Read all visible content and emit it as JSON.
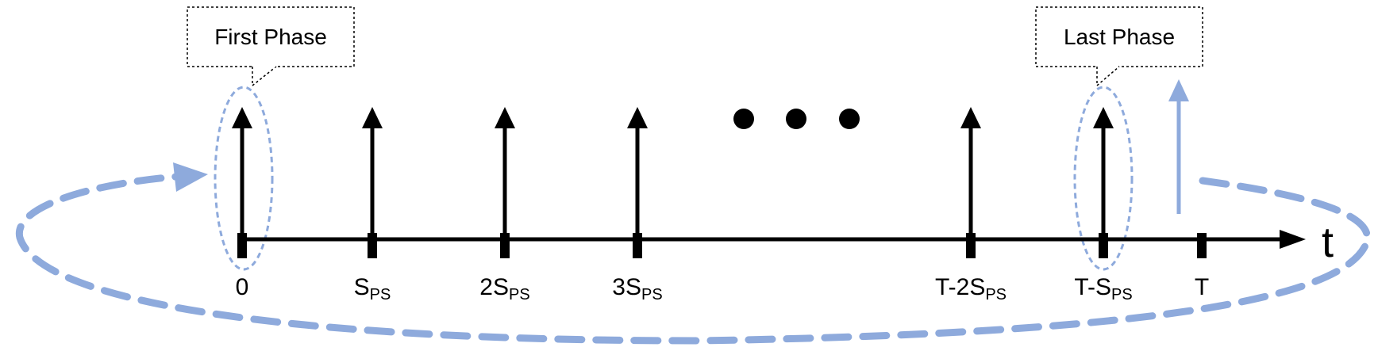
{
  "callouts": {
    "first": "First Phase",
    "last": "Last Phase"
  },
  "axis": {
    "label": "t"
  },
  "ticks": [
    {
      "id": "0",
      "main": "0",
      "sub": ""
    },
    {
      "id": "sps",
      "main": "S",
      "sub": "PS"
    },
    {
      "id": "2sps",
      "main": "2S",
      "sub": "PS"
    },
    {
      "id": "3sps",
      "main": "3S",
      "sub": "PS"
    },
    {
      "id": "t-2sps",
      "main": "T-2S",
      "sub": "PS"
    },
    {
      "id": "t-sps",
      "main": "T-S",
      "sub": "PS"
    },
    {
      "id": "t",
      "main": "T",
      "sub": ""
    }
  ],
  "colors": {
    "accent": "#8eaadc",
    "stroke": "#000000"
  }
}
